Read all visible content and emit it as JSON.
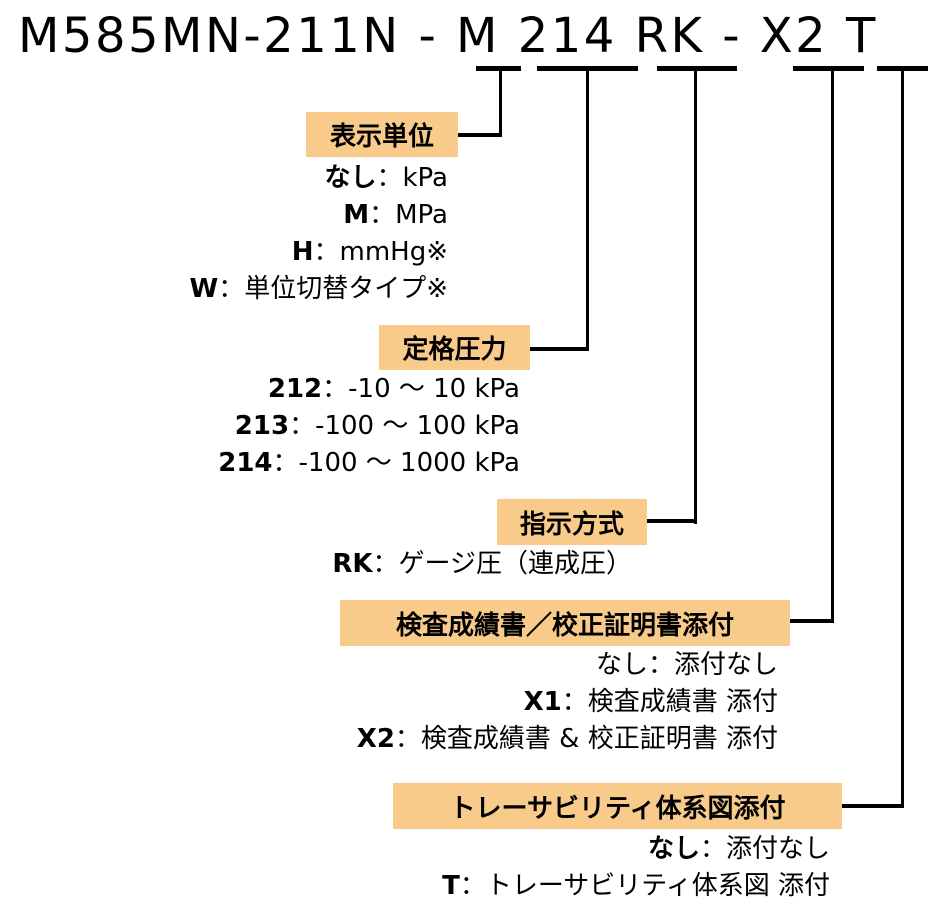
{
  "model": {
    "base": "M585MN-211N - ",
    "unit": "M",
    "range": "214",
    "method": "RK",
    "sep": " - ",
    "cert": "X2",
    "trace": "T"
  },
  "sections": [
    {
      "title": "表示単位",
      "options": [
        {
          "key": "なし",
          "desc": "：kPa"
        },
        {
          "key": "M",
          "desc": "：MPa"
        },
        {
          "key": "H",
          "desc": "：mmHg※"
        },
        {
          "key": "W",
          "desc": "：単位切替タイプ※"
        }
      ]
    },
    {
      "title": "定格圧力",
      "options": [
        {
          "key": "212",
          "desc": "：-10 ～ 10 kPa"
        },
        {
          "key": "213",
          "desc": "：-100 ～ 100 kPa"
        },
        {
          "key": "214",
          "desc": "：-100 ～ 1000 kPa"
        }
      ]
    },
    {
      "title": "指示方式",
      "options": [
        {
          "key": "RK",
          "desc": "：ゲージ圧（連成圧）"
        }
      ]
    },
    {
      "title": "検査成績書／校正証明書添付",
      "options": [
        {
          "key": "なし",
          "desc": "：添付なし"
        },
        {
          "key": "X1",
          "desc": "：検査成績書 添付"
        },
        {
          "key": "X2",
          "desc": "：検査成績書 & 校正証明書 添付"
        }
      ]
    },
    {
      "title": "トレーサビリティ体系図添付",
      "options": [
        {
          "key": "なし",
          "desc": "：添付なし"
        },
        {
          "key": "T",
          "desc": "：トレーサビリティ体系図 添付"
        }
      ]
    }
  ],
  "colors": {
    "label_bg": "#f8cb8b"
  }
}
